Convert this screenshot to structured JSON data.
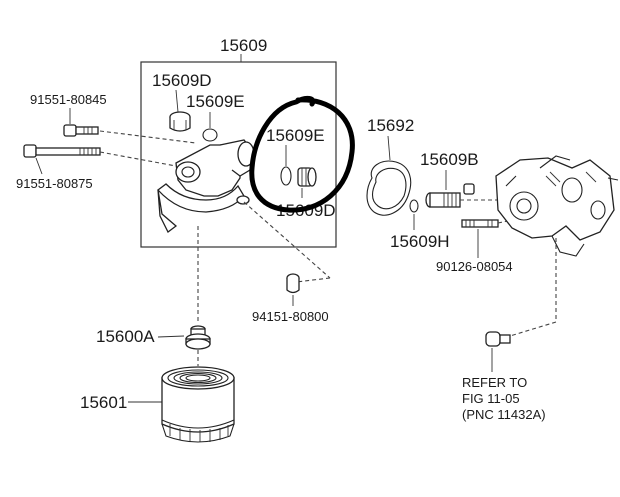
{
  "labels": {
    "assembly": "15609",
    "cap_top": "15609D",
    "oring_top": "15609E",
    "oring_circled": "15609E",
    "cap_circled": "15609D",
    "bolt_short": "91551-80845",
    "bolt_long": "91551-80875",
    "gasket": "15692",
    "stud_bolt": "15609B",
    "oring_small": "15609H",
    "stud": "90126-08054",
    "plug": "94151-80800",
    "union": "15600A",
    "filter": "15601"
  },
  "refer_note": {
    "line1": "REFER TO",
    "line2": "FIG 11-05",
    "line3": "(PNC 11432A)"
  },
  "colors": {
    "ink": "#222222",
    "marker_circle": "#000000"
  }
}
